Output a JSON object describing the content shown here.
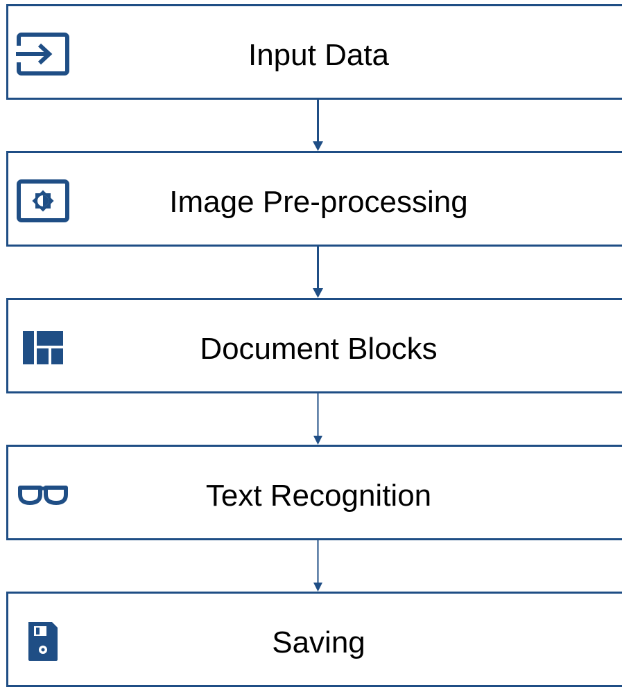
{
  "colors": {
    "accent": "#1f4e85",
    "text": "#000000",
    "background": "#ffffff"
  },
  "steps": [
    {
      "label": "Input Data",
      "icon": "input-arrow-icon"
    },
    {
      "label": "Image Pre-processing",
      "icon": "brightness-icon"
    },
    {
      "label": "Document Blocks",
      "icon": "layout-blocks-icon"
    },
    {
      "label": "Text Recognition",
      "icon": "eyeglasses-icon"
    },
    {
      "label": "Saving",
      "icon": "floppy-disk-icon"
    }
  ]
}
